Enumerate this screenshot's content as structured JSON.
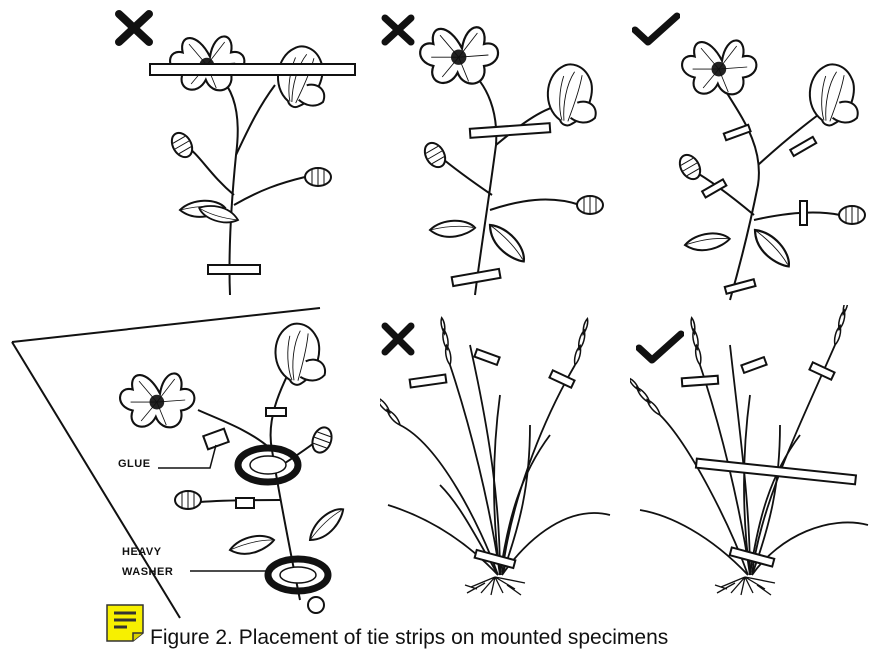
{
  "figure": {
    "caption": "Figure 2. Placement of tie strips on mounted specimens",
    "labels": {
      "glue": "GLUE",
      "heavy_washer_line1": "HEAVY",
      "heavy_washer_line2": "WASHER"
    },
    "marks": [
      "incorrect-mark",
      "incorrect-mark",
      "correct-mark",
      "incorrect-mark",
      "correct-mark"
    ],
    "colors": {
      "ink": "#111111",
      "note_icon": "#f7f000",
      "background": "#ffffff"
    }
  }
}
